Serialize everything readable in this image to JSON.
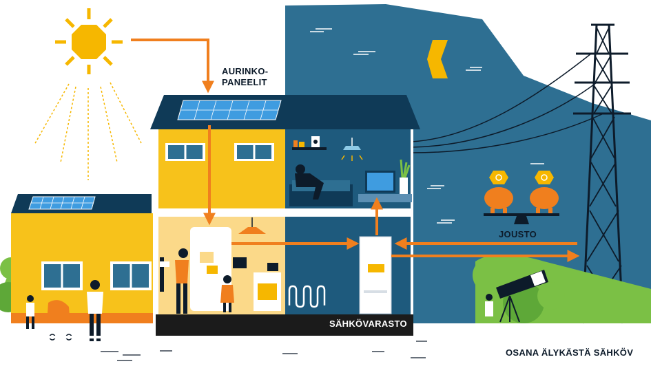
{
  "labels": {
    "solar_panels_line1": "AURINKO-",
    "solar_panels_line2": "PANEELIT",
    "storage": "SÄHKÖVARASTO",
    "flexibility": "JOUSTO",
    "caption": "OSANA ÄLYKÄSTÄ SÄHKÖV"
  },
  "colors": {
    "sun": "#f6b700",
    "house_yellow": "#f7c21b",
    "night_sky": "#2e6f92",
    "roof_navy": "#0f3a57",
    "energy_arrow": "#f07f1e",
    "grass": "#7bc045",
    "ground": "#1b1b1b"
  },
  "icons": [
    "sun-icon",
    "moon-icon",
    "solar-panel-icon",
    "battery-icon",
    "piggy-bank-icon",
    "power-pylon-icon",
    "telescope-icon"
  ]
}
